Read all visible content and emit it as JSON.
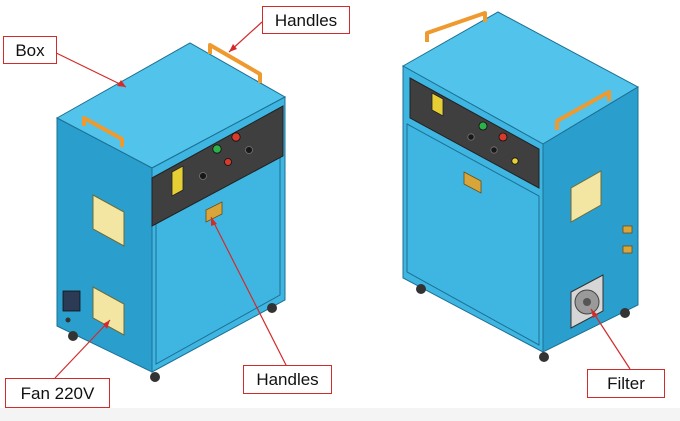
{
  "labels": {
    "box": "Box",
    "handles_top": "Handles",
    "handles_bottom": "Handles",
    "fan": "Fan 220V",
    "filter": "Filter"
  },
  "colors": {
    "cabinet_front": "#3fb6e2",
    "cabinet_side": "#2a9fcd",
    "cabinet_top": "#52c3ea",
    "panel": "#3f3f3f",
    "handle": "#ee9a2e",
    "vent": "#f2e6a2",
    "leader": "#d32b2b",
    "outline": "#1c6f93"
  }
}
